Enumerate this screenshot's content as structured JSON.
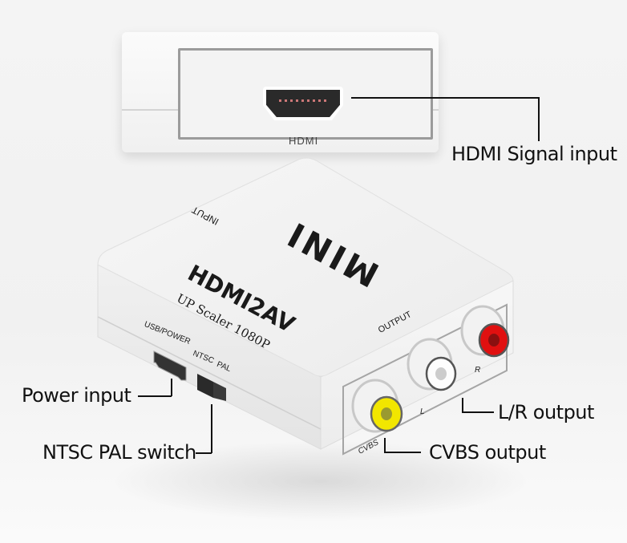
{
  "product": {
    "name": "HDMI2AV",
    "subtitle": "UP Scaler 1080P",
    "brand_mark": "MINI",
    "top_view_port_label": "HDMI",
    "printed_labels": {
      "input": "INPUT",
      "output": "OUTPUT",
      "usb_power": "USB/POWER",
      "ntsc": "NTSC",
      "pal": "PAL",
      "cvbs": "CVBS",
      "left": "L",
      "right": "R"
    },
    "rca_colors": {
      "cvbs": "#f2e600",
      "left": "#ffffff",
      "right": "#e01010"
    }
  },
  "callouts": [
    {
      "id": "hdmi-input",
      "text": "HDMI Signal input"
    },
    {
      "id": "power-input",
      "text": "Power input"
    },
    {
      "id": "ntsc-pal-switch",
      "text": "NTSC PAL switch"
    },
    {
      "id": "lr-output",
      "text": "L/R output"
    },
    {
      "id": "cvbs-output",
      "text": "CVBS output"
    }
  ]
}
